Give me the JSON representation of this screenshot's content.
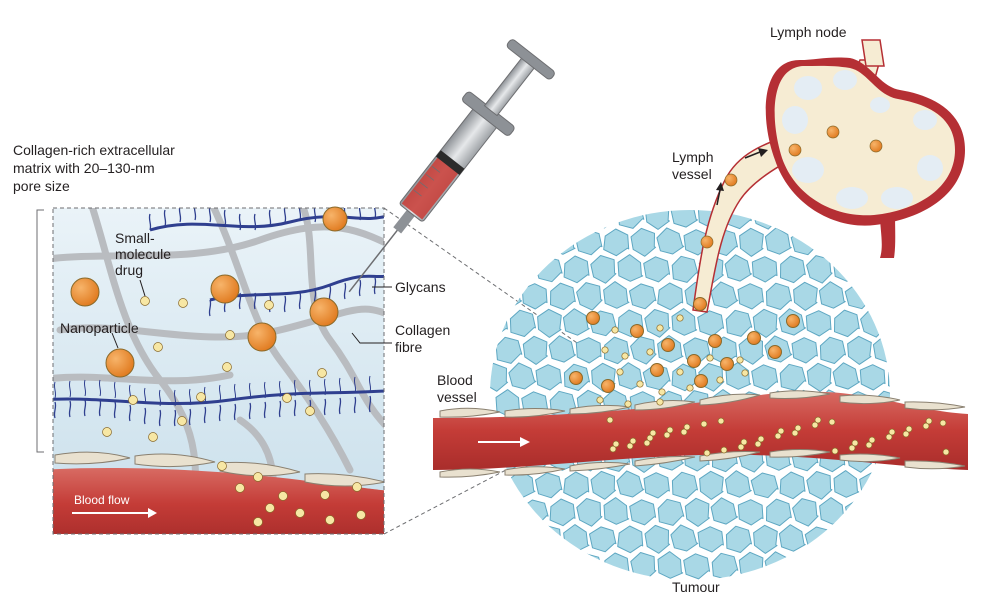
{
  "labels": {
    "ecm_line1": "Collagen-rich extracellular",
    "ecm_line2": "matrix with 20–130-nm",
    "ecm_line3": "pore size",
    "small_line1": "Small-",
    "small_line2": "molecule",
    "small_line3": "drug",
    "nanoparticle": "Nanoparticle",
    "glycans": "Glycans",
    "collagen_line1": "Collagen",
    "collagen_line2": "fibre",
    "blood_flow": "Blood flow",
    "blood_vessel_line1": "Blood",
    "blood_vessel_line2": "vessel",
    "lymph_vessel_line1": "Lymph",
    "lymph_vessel_line2": "vessel",
    "lymph_node": "Lymph node",
    "tumour": "Tumour"
  },
  "colors": {
    "tumour_cell": "#a9d8e6",
    "tumour_cell_edge": "#5ea7c2",
    "blood": "#c8413c",
    "blood_light": "#d7726a",
    "endothelium": "#e9e1cf",
    "nanoparticle": "#ea8a2c",
    "small_molecule": "#f7e7a4",
    "collagen": "#b9bcc0",
    "glycan": "#2f3f8f",
    "lymph_fluid": "#f6ecd3",
    "lymph_node_wall": "#b52f34"
  }
}
